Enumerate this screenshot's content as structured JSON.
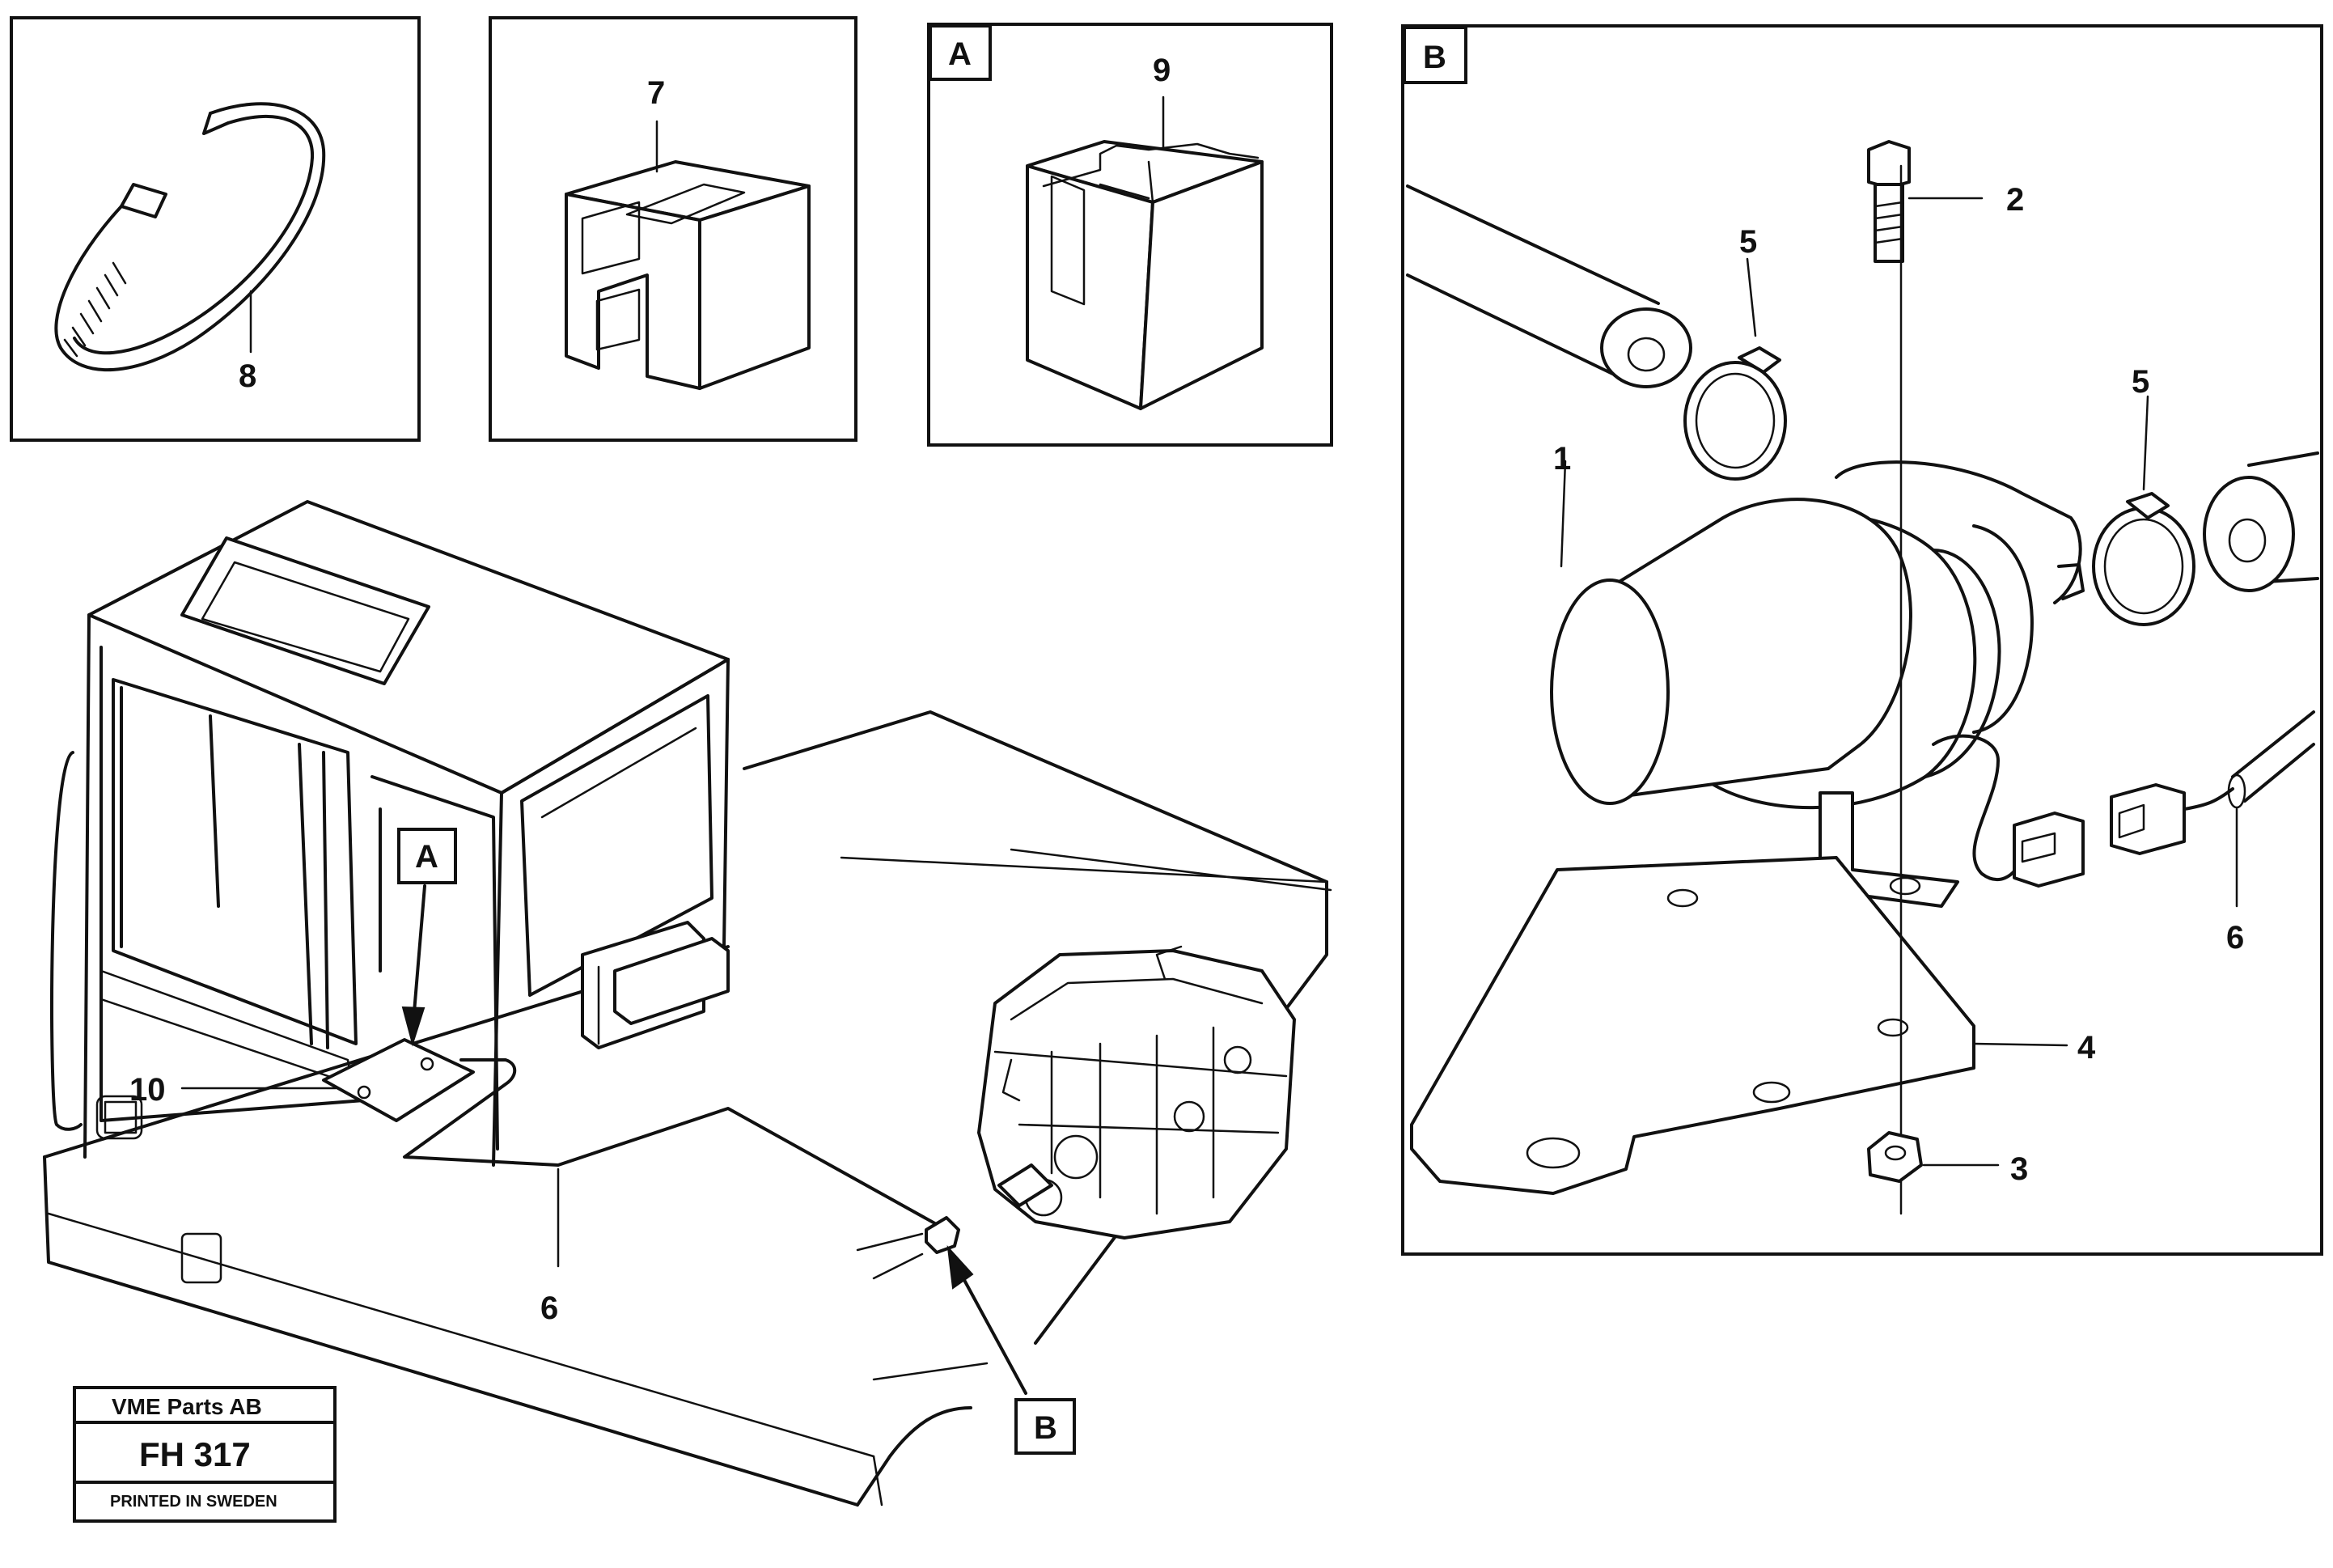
{
  "panels": {
    "p8": {
      "callout": "8"
    },
    "p7": {
      "callout": "7"
    },
    "pA": {
      "tag": "A",
      "callout": "9"
    },
    "pB": {
      "tag": "B",
      "callouts": {
        "c1": "1",
        "c2": "2",
        "c3": "3",
        "c4": "4",
        "c5a": "5",
        "c5b": "5",
        "c6": "6"
      }
    }
  },
  "main": {
    "tag_a": "A",
    "tag_b": "B",
    "callout_10": "10",
    "callout_6": "6"
  },
  "stamp": {
    "company": "VME Parts AB",
    "code": "FH 317",
    "printed": "PRINTED IN SWEDEN"
  }
}
